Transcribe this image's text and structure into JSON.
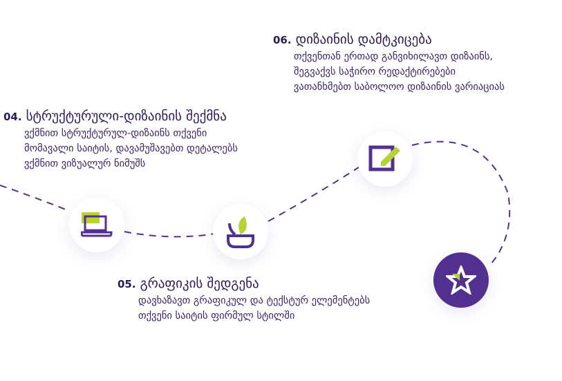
{
  "colors": {
    "accent": "#52308f",
    "green": "#b5d334",
    "text": "#2b1a55"
  },
  "steps": [
    {
      "number": "04.",
      "title": "სტრუქტურული-დიზაინის შექმნა",
      "lines": [
        "ვქმნით სტრუქტურულ-დიზაინს თქვენი",
        "მომავალი საიტის, დავამუშავებთ დეტალებს",
        "ვქმნით ვიზუალურ ნიმუშს"
      ],
      "icon": "laptop-icon"
    },
    {
      "number": "05.",
      "title": "გრაფიკის შედგენა",
      "lines": [
        "დავხაზავთ გრაფიკულ და ტექსტურ ელემენტებს",
        "თქვენი საიტის ფირმულ სტილში"
      ],
      "icon": "plant-icon"
    },
    {
      "number": "06.",
      "title": "დიზაინის დამტკიცება",
      "lines": [
        "თქვენთან ერთად განვიხილავთ დიზაინს,",
        "შეგვაქვს საჭირო რედაქტირებები",
        "ვათანხმებთ საბოლოო დიზაინის ვარიაციას"
      ],
      "icon": "edit-icon"
    }
  ],
  "final_icon": "star-icon"
}
